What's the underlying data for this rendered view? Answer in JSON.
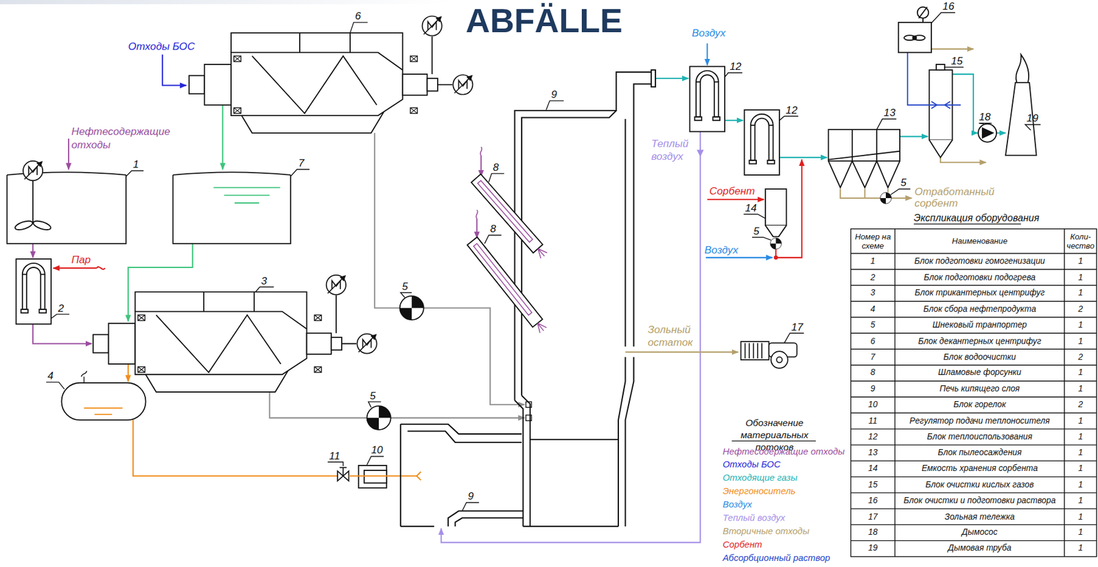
{
  "diagram": {
    "title": "ABFÄLLE",
    "labels": [
      "Отходы БОС",
      "Нефтесодержащие отходы",
      "6",
      "1",
      "7",
      "Пар",
      "2",
      "3",
      "4",
      "5",
      "5",
      "9",
      "8",
      "8",
      "11",
      "10",
      "9",
      "Воздух",
      "12",
      "Теплый воздух",
      "12",
      "13",
      "Сорбент",
      "14",
      "5",
      "Воздух",
      "Зольный остаток",
      "17",
      "5",
      "Отработанный сорбент",
      "15",
      "16",
      "18",
      "19",
      "Экспликация оборудования",
      "Номер на схеме",
      "Наименование",
      "Коли- чество",
      "1",
      "Блок подготовки гомогенизации",
      "1",
      "2",
      "Блок подготовки подогрева",
      "1",
      "3",
      "Блок трикантерных центрифуг",
      "1",
      "4",
      "Блок сбора нефтепродукта",
      "2",
      "5",
      "Шнековый транпортер",
      "1",
      "6",
      "Блок декантерных центрифуг",
      "1",
      "7",
      "Блок водоочистки",
      "2",
      "8",
      "Шламовые форсунки",
      "1",
      "9",
      "Печь кипящего слоя",
      "1",
      "10",
      "Блок горелок",
      "2",
      "11",
      "Регулятор подачи теплоносителя",
      "1",
      "12",
      "Блок теплоиспользования",
      "1",
      "13",
      "Блок пылеосаждения",
      "1",
      "14",
      "Емкость хранения сорбента",
      "1",
      "15",
      "Блок очистки кислых газов",
      "1",
      "16",
      "Блок очистки и подготовки раствора",
      "1",
      "17",
      "Зольная тележка",
      "1",
      "18",
      "Дымосос",
      "1",
      "19",
      "Дымовая труба",
      "1",
      "Обозначение материальных потоков"
    ],
    "legend": [
      {
        "text": "Нефтесодержащие отходы",
        "color": "#9a4e9e"
      },
      {
        "text": "Отходы БОС",
        "color": "#2626d9"
      },
      {
        "text": "Отходящие газы",
        "color": "#1fb3b3"
      },
      {
        "text": "Энергоноситель",
        "color": "#f28c18"
      },
      {
        "text": "Воздух",
        "color": "#2b8ce3"
      },
      {
        "text": "Теплый воздух",
        "color": "#a58fe8"
      },
      {
        "text": "Вторичные отходы",
        "color": "#b59f6b"
      },
      {
        "text": "Сорбент",
        "color": "#e01f1f"
      },
      {
        "text": "Абсорбционный раствор",
        "color": "#2345c8"
      }
    ]
  }
}
